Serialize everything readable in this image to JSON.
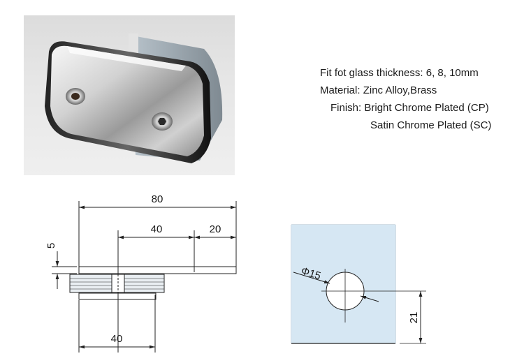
{
  "specs": {
    "thickness_label": "Fit fot glass thickness:",
    "thickness_value": "6, 8, 10mm",
    "material_label": "Material:",
    "material_value": "Zinc Alloy,Brass",
    "finish_label": "Finish:",
    "finish_value_1": "Bright Chrome Plated (CP)",
    "finish_value_2": "Satin Chrome Plated  (SC)"
  },
  "side_view": {
    "overall_width": "80",
    "hole_spacing": "40",
    "edge_offset": "20",
    "thickness": "5",
    "lower_width": "40"
  },
  "glass_view": {
    "hole_diameter": "Φ15",
    "hole_height": "21"
  },
  "colors": {
    "glass_fill": "#d6e7f3",
    "line": "#222222",
    "chrome_dark": "#2a2a2a",
    "chrome_light": "#f4f4f4"
  }
}
